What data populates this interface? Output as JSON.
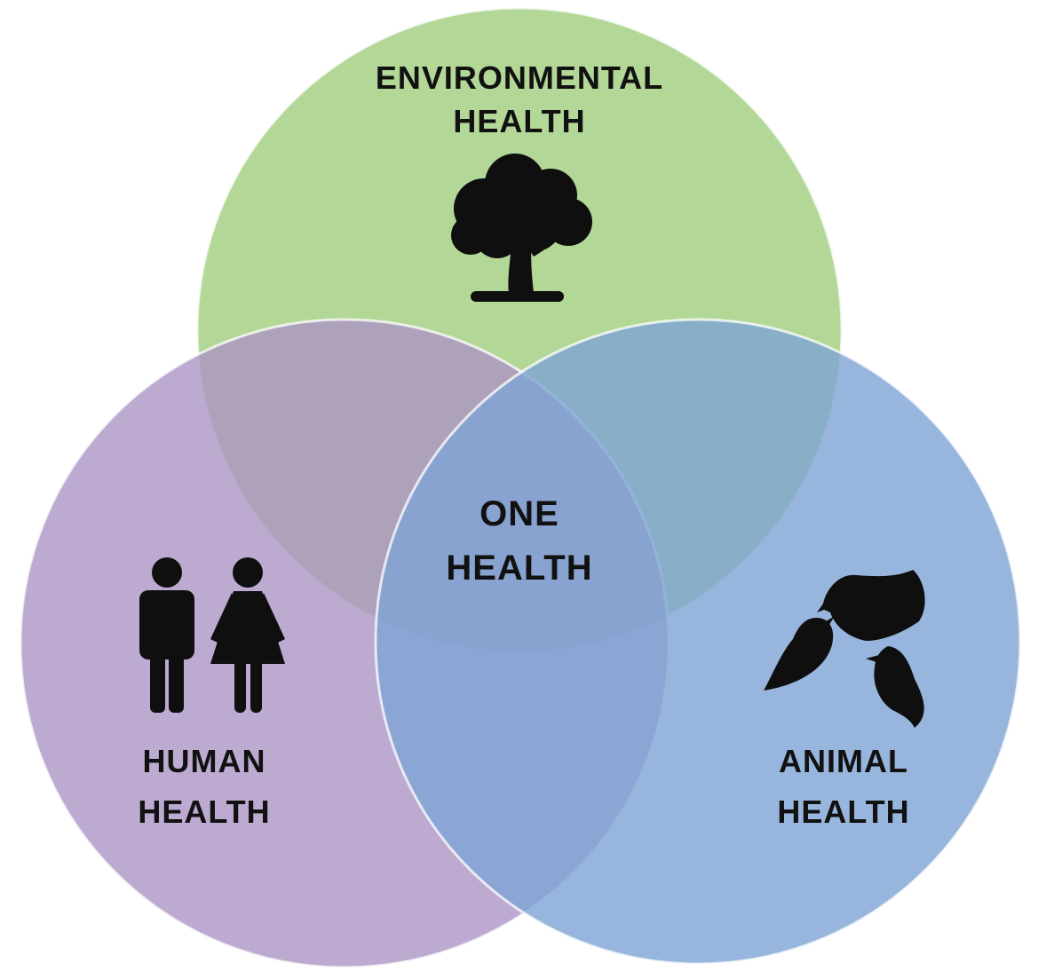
{
  "diagram": {
    "center": {
      "line1": "ONE",
      "line2": "HEALTH"
    },
    "environmental": {
      "line1": "ENVIRONMENTAL",
      "line2": "HEALTH",
      "icon": "tree-icon",
      "color": "#9dcc7a"
    },
    "human": {
      "line1": "HUMAN",
      "line2": "HEALTH",
      "icon": "people-icon",
      "color": "#ad95c4"
    },
    "animal": {
      "line1": "ANIMAL",
      "line2": "HEALTH",
      "icon": "birds-icon",
      "color": "#7ea4d4"
    }
  }
}
